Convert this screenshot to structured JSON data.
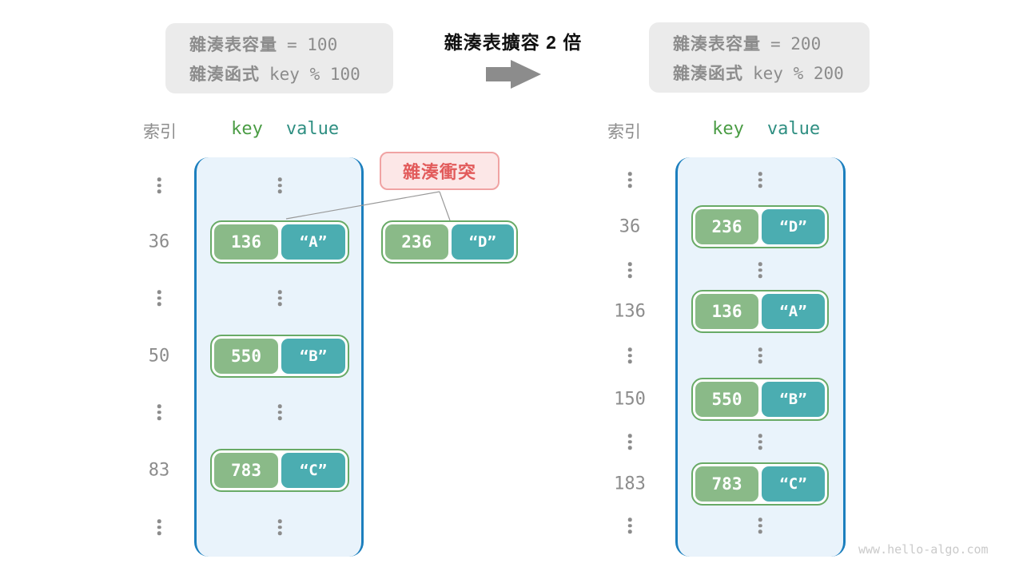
{
  "title": "雜湊表擴容 2 倍",
  "arrow_icon": "right-arrow",
  "info_left": {
    "line1_label": "雜湊表容量",
    "line1_value": "= 100",
    "line2_label": "雜湊函式",
    "line2_value": "key % 100"
  },
  "info_right": {
    "line1_label": "雜湊表容量",
    "line1_value": "= 200",
    "line2_label": "雜湊函式",
    "line2_value": "key % 200"
  },
  "headers": {
    "index": "索引",
    "key": "key",
    "value": "value"
  },
  "left_table": {
    "rows": [
      {
        "type": "dots"
      },
      {
        "type": "pair",
        "index": "36",
        "key": "136",
        "value": "“A”"
      },
      {
        "type": "dots"
      },
      {
        "type": "pair",
        "index": "50",
        "key": "550",
        "value": "“B”"
      },
      {
        "type": "dots"
      },
      {
        "type": "pair",
        "index": "83",
        "key": "783",
        "value": "“C”"
      },
      {
        "type": "dots"
      }
    ]
  },
  "right_table": {
    "rows": [
      {
        "type": "dots"
      },
      {
        "type": "pair",
        "index": "36",
        "key": "236",
        "value": "“D”"
      },
      {
        "type": "dots"
      },
      {
        "type": "pair",
        "index": "136",
        "key": "136",
        "value": "“A”"
      },
      {
        "type": "dots"
      },
      {
        "type": "pair",
        "index": "150",
        "key": "550",
        "value": "“B”"
      },
      {
        "type": "dots"
      },
      {
        "type": "pair",
        "index": "183",
        "key": "783",
        "value": "“C”"
      },
      {
        "type": "dots"
      }
    ]
  },
  "collision": {
    "label": "雜湊衝突",
    "pair": {
      "key": "236",
      "value": "“D”"
    }
  },
  "watermark": "www.hello-algo.com",
  "colors": {
    "table_border_blue": "#1c7fbe",
    "table_fill_blue": "#e9f3fb",
    "pair_border_green": "#68aa66",
    "key_green": "#8aba88",
    "value_teal": "#4badb1",
    "header_key_green": "#4a9c44",
    "header_value_teal": "#2f8f82",
    "gray_text": "#8c8c8c",
    "collision_red": "#e25b5b",
    "collision_bg": "#fce7e7",
    "collision_border": "#f0a3a3"
  }
}
